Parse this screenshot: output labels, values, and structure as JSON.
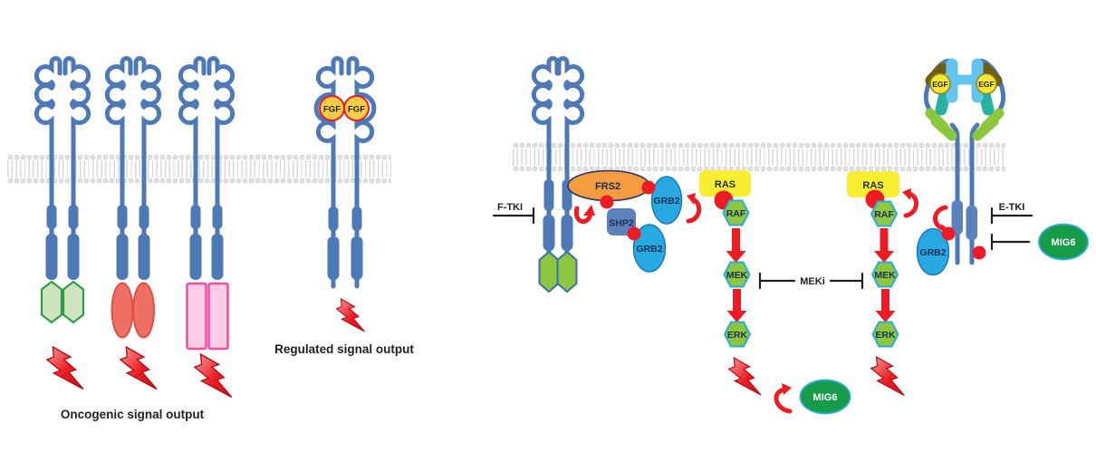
{
  "left_panel": {
    "fgf_label": "FGF",
    "oncogenic_caption": "Oncogenic signal output",
    "regulated_caption": "Regulated signal output"
  },
  "right_panel": {
    "frs2_label": "FRS2",
    "shp2_label": "SHP2",
    "grb2_label": "GRB2",
    "ras_label": "RAS",
    "raf_label": "RAF",
    "mek_label": "MEK",
    "erk_label": "ERK",
    "mig6_label": "MIG6",
    "egf_label": "EGF",
    "ftki_label": "F-TKI",
    "etki_label": "E-TKI",
    "meki_label": "MEKi"
  },
  "colors": {
    "receptor_blue": "#4d79b6",
    "kinase_blue": "#5a83bd",
    "membrane_gray": "#d6d6d6",
    "lime_green": "#8dc63f",
    "sky_blue": "#29a9e1",
    "steel_blue_box": "#5b83ba",
    "orange": "#f59b40",
    "yellow": "#f9ed32",
    "red": "#ed1c24",
    "dark_green": "#169c49",
    "pink_stroke": "#ef4fa0",
    "pink_fill": "#f8cde5",
    "light_green_fill": "#cde4bd",
    "green_stroke": "#2f9e4b",
    "salmon": "#ee6f63",
    "gold": "#f6cd45",
    "egf_yellow": "#f7e733",
    "brown_olive": "#6f5d18",
    "teal": "#27b2a2",
    "light_sky": "#64c4f0",
    "label_navy": "#1b3055",
    "ink": "#231f20"
  }
}
